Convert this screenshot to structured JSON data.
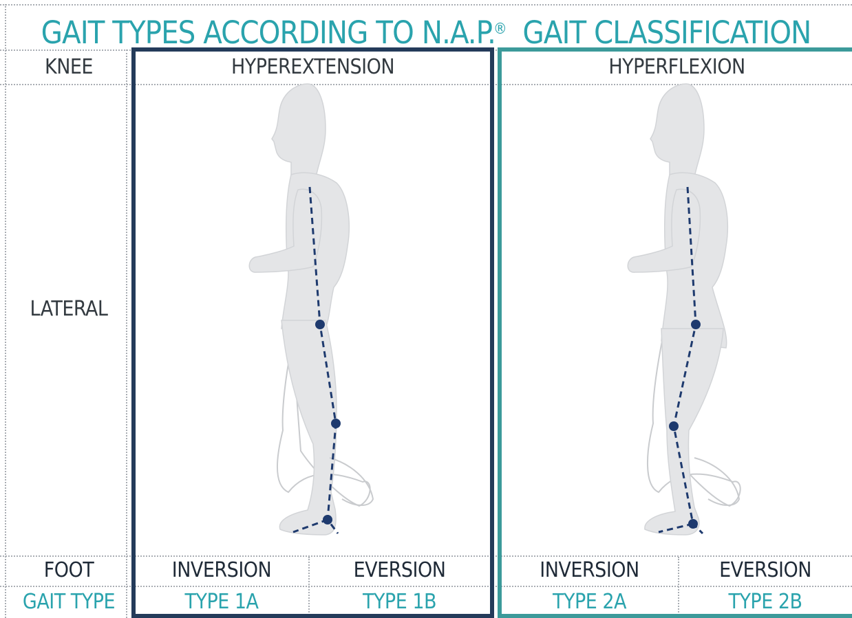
{
  "title": {
    "text": "GAIT TYPES ACCORDING TO N.A.P.",
    "registered_mark": "®",
    "text2": "GAIT CLASSIFICATION"
  },
  "rows": {
    "knee": "KNEE",
    "lateral": "LATERAL",
    "foot": "FOOT",
    "gait_type": "GAIT TYPE"
  },
  "columns": [
    {
      "knee": "HYPEREXTENSION",
      "feet": [
        {
          "foot": "INVERSION",
          "type": "TYPE 1A"
        },
        {
          "foot": "EVERSION",
          "type": "TYPE 1B"
        }
      ]
    },
    {
      "knee": "HYPERFLEXION",
      "feet": [
        {
          "foot": "INVERSION",
          "type": "TYPE 2A"
        },
        {
          "foot": "EVERSION",
          "type": "TYPE 2B"
        }
      ]
    }
  ],
  "colors": {
    "accent": "#2aa3ad",
    "panel_1": "#243b5a",
    "panel_2": "#3c9a9a",
    "figure_fill": "#e4e5e7",
    "joint_line": "#1e3a6e"
  },
  "icons": [
    "walking-figure-hyperextension",
    "walking-figure-hyperflexion"
  ]
}
